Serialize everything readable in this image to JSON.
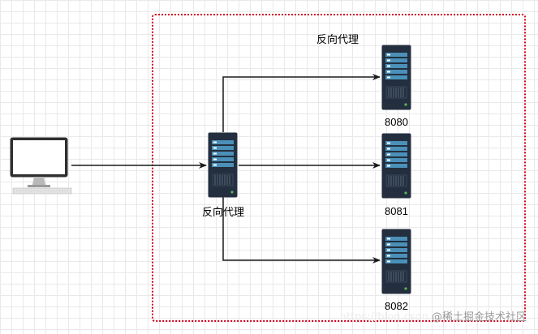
{
  "diagram": {
    "group_title": "反向代理",
    "proxy_label": "反向代理",
    "servers": [
      {
        "label": "8080"
      },
      {
        "label": "8081"
      },
      {
        "label": "8082"
      }
    ],
    "border_color": "#d0021b",
    "server_body_color": "#232f3e",
    "server_accent_color": "#4a90b8"
  },
  "watermark": {
    "url_text": "https://blog.csdn",
    "text": "@稀土掘金技术社区"
  }
}
